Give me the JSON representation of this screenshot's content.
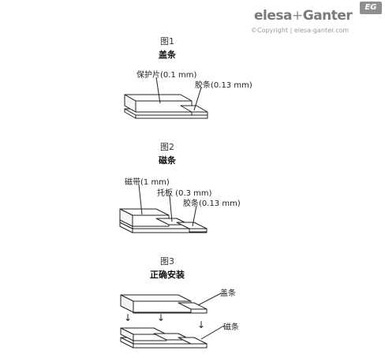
{
  "header": {
    "brand_left": "elesa",
    "brand_plus": "+",
    "brand_right": "Ganter",
    "badge": "EG",
    "copyright": "©Copyright | elesa-ganter.com"
  },
  "fig1": {
    "title": "图1",
    "subtitle": "盖条",
    "label_protective": "保护片(0.1 mm)",
    "label_adhesive": "胶条(0.13 mm)"
  },
  "fig2": {
    "title": "图2",
    "subtitle": "磁条",
    "label_magnetic": "磁带(1 mm)",
    "label_carrier": "托板 (0.3 mm)",
    "label_adhesive": "胶条(0.13 mm)"
  },
  "fig3": {
    "title": "图3",
    "subtitle": "正确安装",
    "label_cover": "盖条",
    "label_magnet": "磁条",
    "arrow_glyph": "↓"
  }
}
